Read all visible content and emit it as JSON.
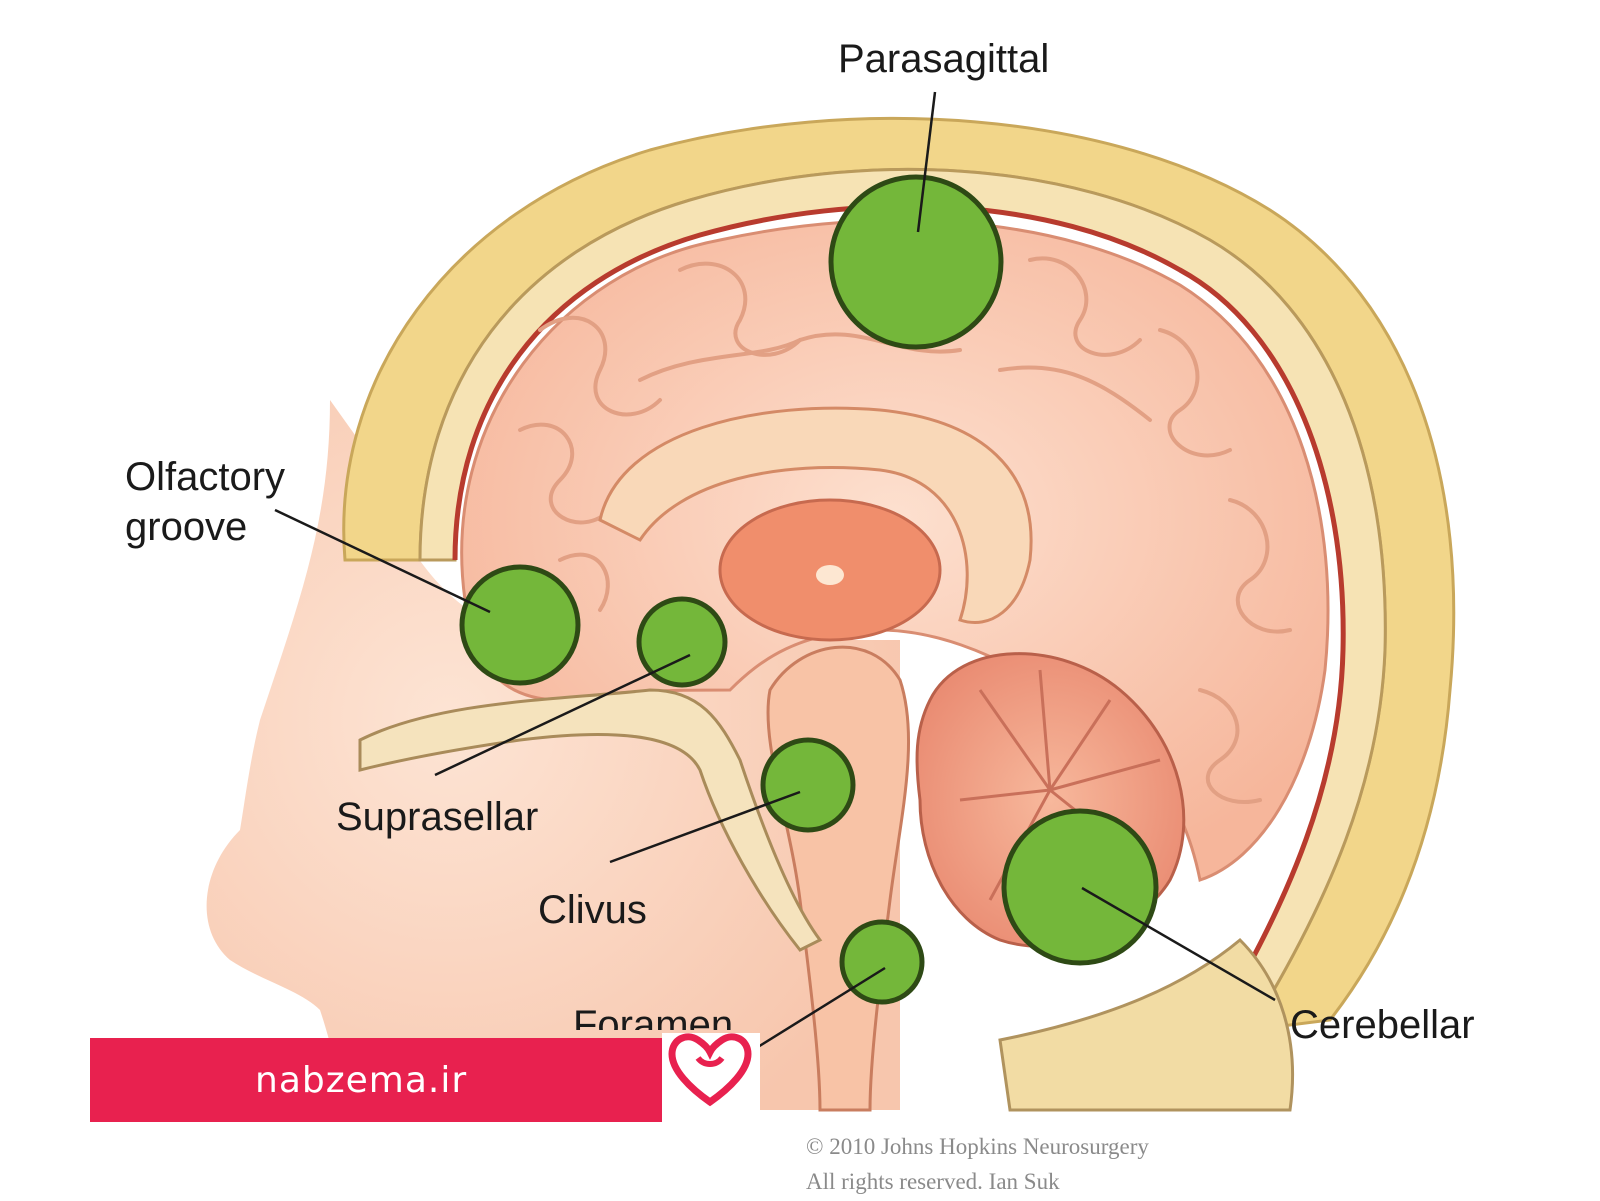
{
  "diagram": {
    "labels": {
      "parasagittal": "Parasagittal",
      "olfactory_groove": "Olfactory\ngroove",
      "suprasellar": "Suprasellar",
      "clivus": "Clivus",
      "foramen": "Foramen",
      "cerebellar": "Cerebellar"
    },
    "copyright": "© 2010 Johns Hopkins Neurosurgery\nAll rights reserved. Ian Suk",
    "tumor_color": "#74b73a",
    "tumor_outline": "#2e4a15"
  },
  "watermark": {
    "site": "nabzema.ir",
    "bar_color": "#e8214f"
  }
}
